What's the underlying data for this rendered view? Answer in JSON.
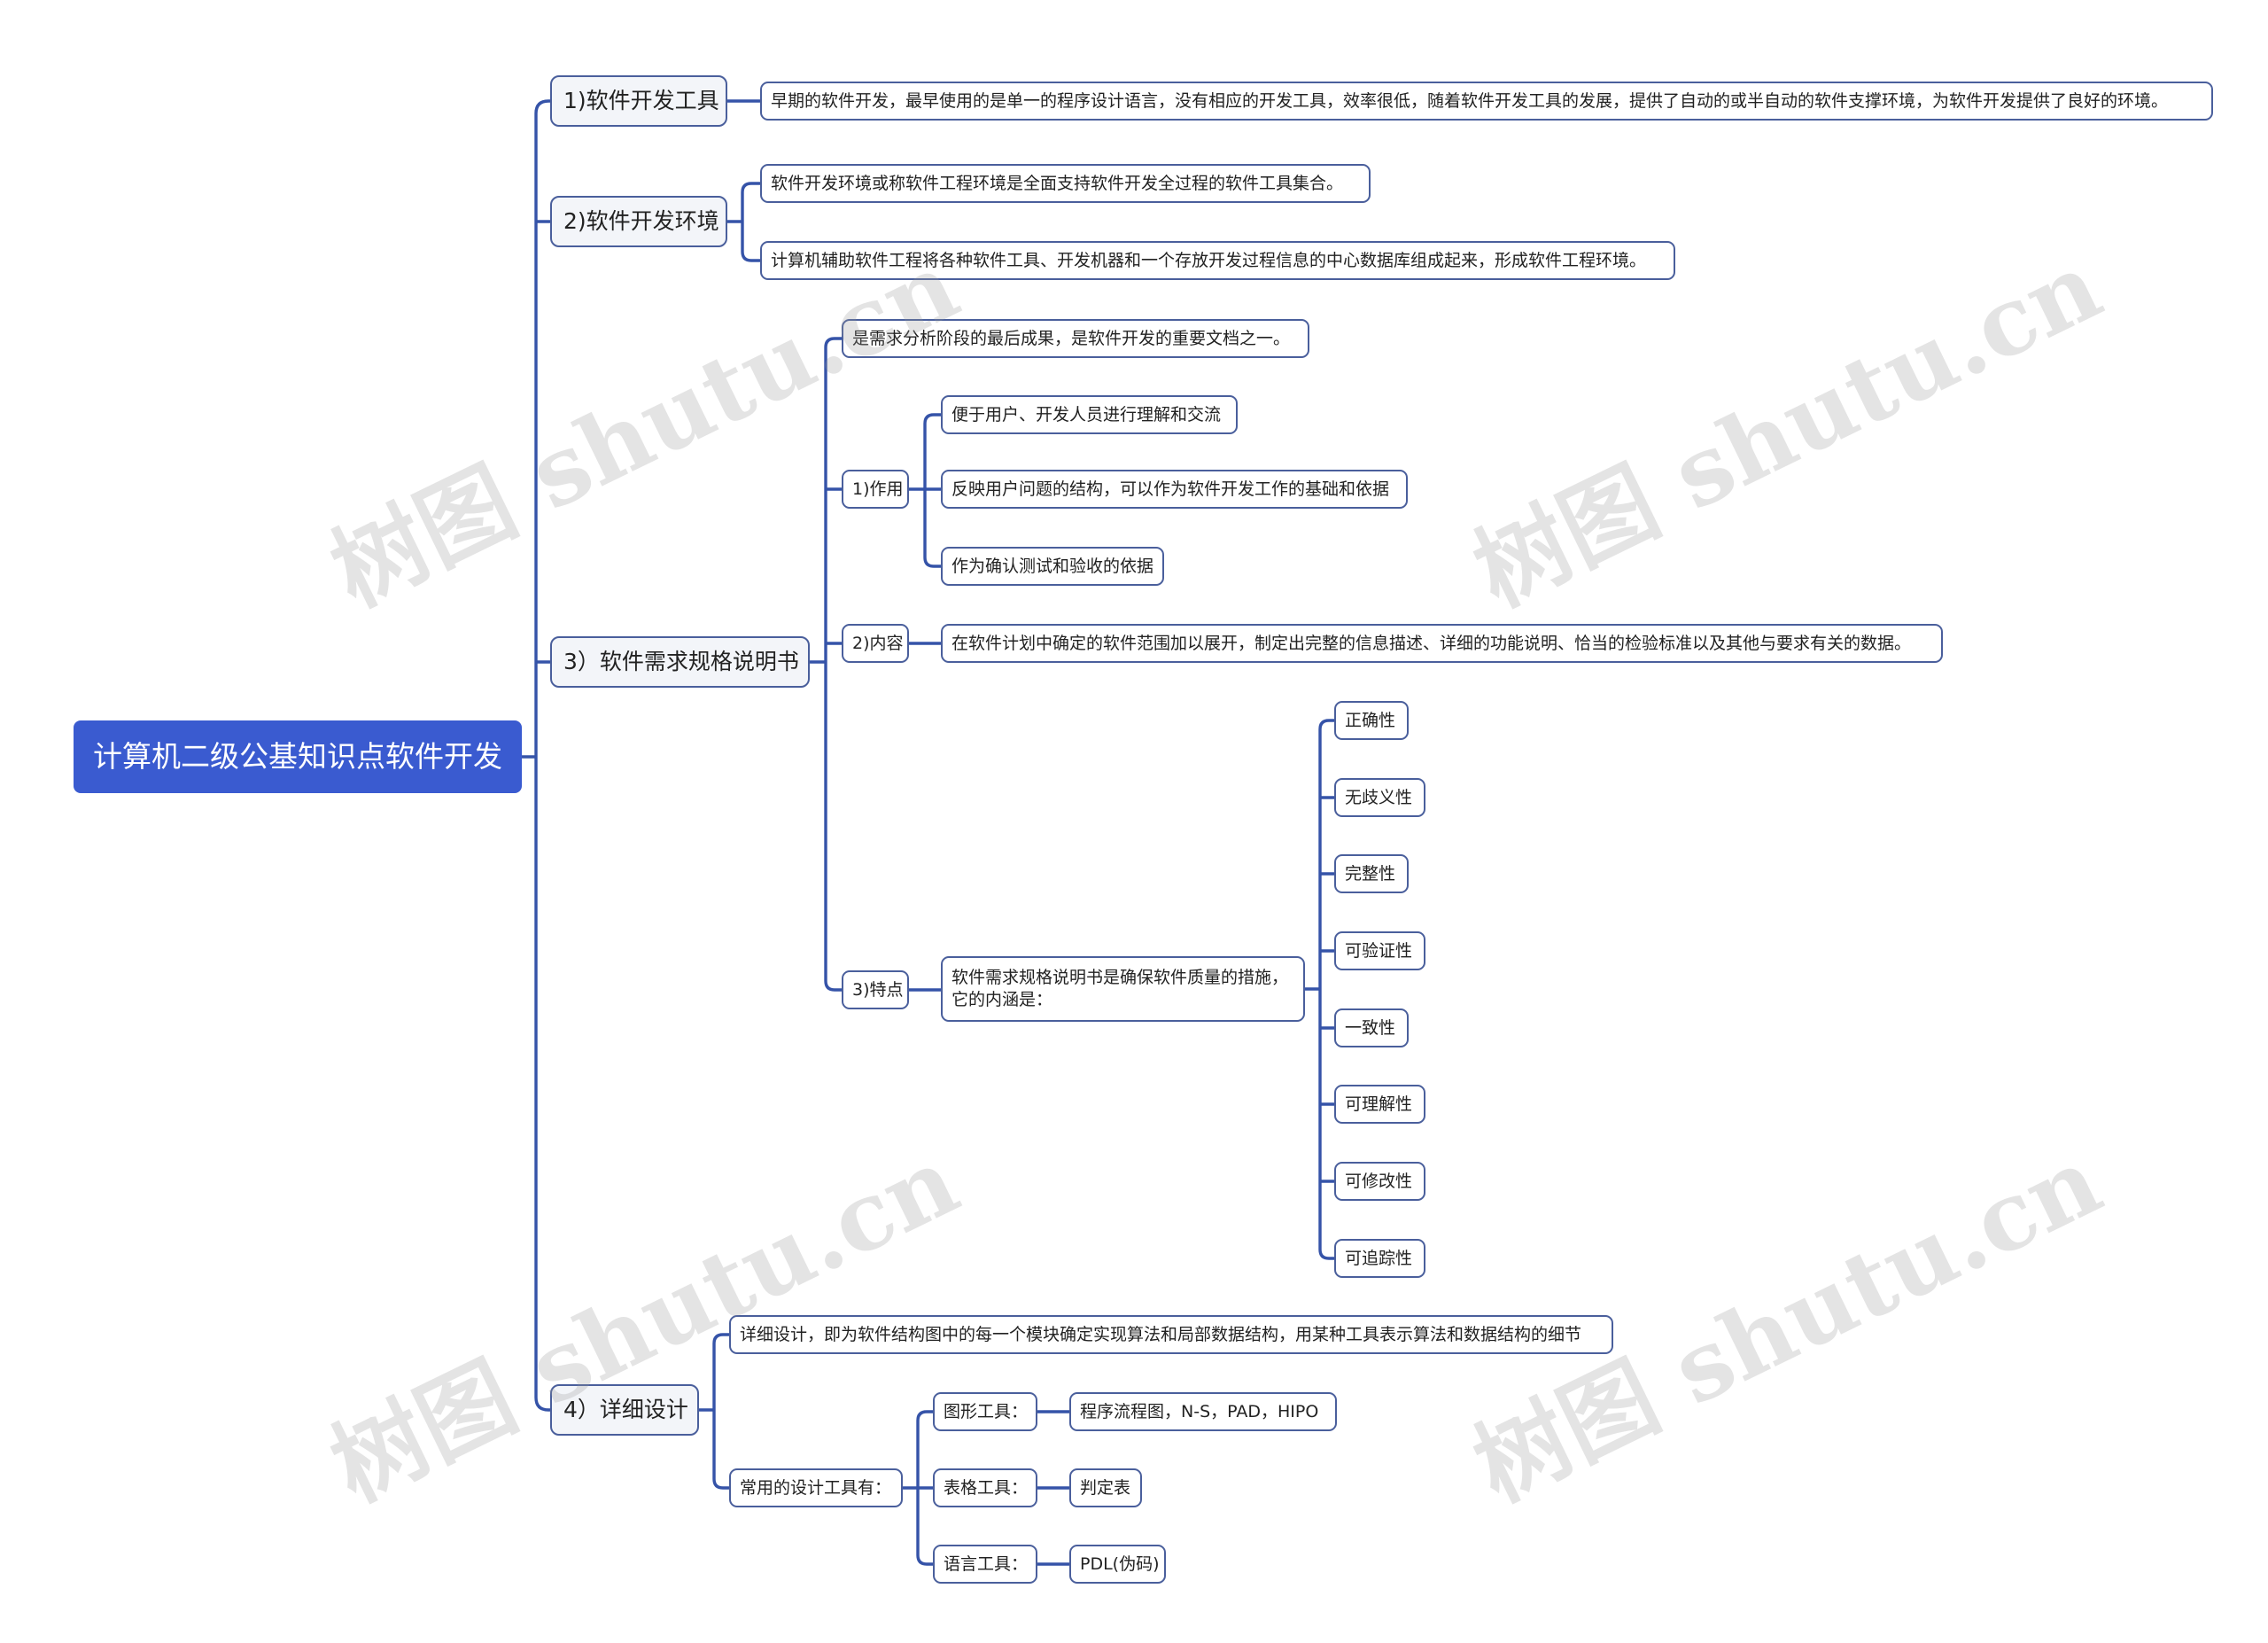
{
  "mindmap": {
    "root": "计算机二级公基知识点软件开发",
    "b1": {
      "label": "1)软件开发工具",
      "n1": "早期的软件开发，最早使用的是单一的程序设计语言，没有相应的开发工具，效率很低，随着软件开发工具的发展，提供了自动的或半自动的软件支撑环境，为软件开发提供了良好的环境。"
    },
    "b2": {
      "label": "2)软件开发环境",
      "n1": "软件开发环境或称软件工程环境是全面支持软件开发全过程的软件工具集合。",
      "n2": "计算机辅助软件工程将各种软件工具、开发机器和一个存放开发过程信息的中心数据库组成起来，形成软件工程环境。"
    },
    "b3": {
      "label": "3）软件需求规格说明书",
      "n1": "是需求分析阶段的最后成果，是软件开发的重要文档之一。",
      "role": {
        "label": "1)作用",
        "items": [
          "便于用户、开发人员进行理解和交流",
          "反映用户问题的结构，可以作为软件开发工作的基础和依据",
          "作为确认测试和验收的依据"
        ]
      },
      "content": {
        "label": "2)内容",
        "text": "在软件计划中确定的软件范围加以展开，制定出完整的信息描述、详细的功能说明、恰当的检验标准以及其他与要求有关的数据。"
      },
      "feature": {
        "label": "3)特点",
        "text": "软件需求规格说明书是确保软件质量的措施，它的内涵是：",
        "items": [
          "正确性",
          "无歧义性",
          "完整性",
          "可验证性",
          "一致性",
          "可理解性",
          "可修改性",
          "可追踪性"
        ]
      }
    },
    "b4": {
      "label": "4）详细设计",
      "n1": "详细设计，即为软件结构图中的每一个模块确定实现算法和局部数据结构，用某种工具表示算法和数据结构的细节",
      "tools": {
        "label": "常用的设计工具有：",
        "graph": {
          "label": "图形工具：",
          "value": "程序流程图，N-S，PAD，HIPO"
        },
        "table": {
          "label": "表格工具：",
          "value": "判定表"
        },
        "lang": {
          "label": "语言工具：",
          "value": "PDL(伪码)"
        }
      }
    }
  },
  "watermark": "树图 shutu.cn",
  "colors": {
    "root_fill": "#3a5bd0",
    "line": "#3553a8",
    "border": "#4a5f9c"
  }
}
